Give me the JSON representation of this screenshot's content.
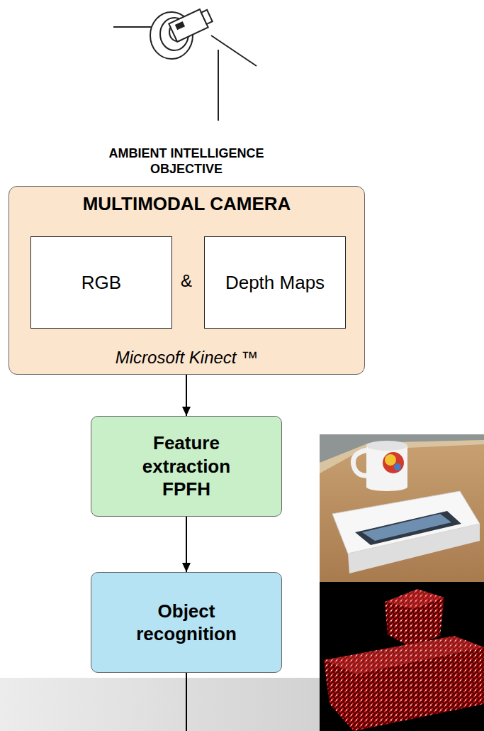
{
  "diagram": {
    "nodes": [
      {
        "text": [
          "MULTIMODAL CAMERA",
          "Microsoft Kinect ™"
        ]
      },
      {
        "text": [
          "RGB"
        ],
        "in": 0
      },
      {
        "text": [
          "Depth Maps"
        ],
        "in": 0
      },
      {
        "text": [
          "Feature extraction FPFH"
        ]
      },
      {
        "text": [
          "Object recognition"
        ]
      }
    ],
    "edges": [
      {
        "from": 0,
        "to": 3,
        "arrow": "to"
      },
      {
        "from": 3,
        "to": 4,
        "arrow": "to"
      }
    ],
    "labels": [
      "AMBIENT INTELLIGENCE OBJECTIVE",
      "&"
    ]
  }
}
